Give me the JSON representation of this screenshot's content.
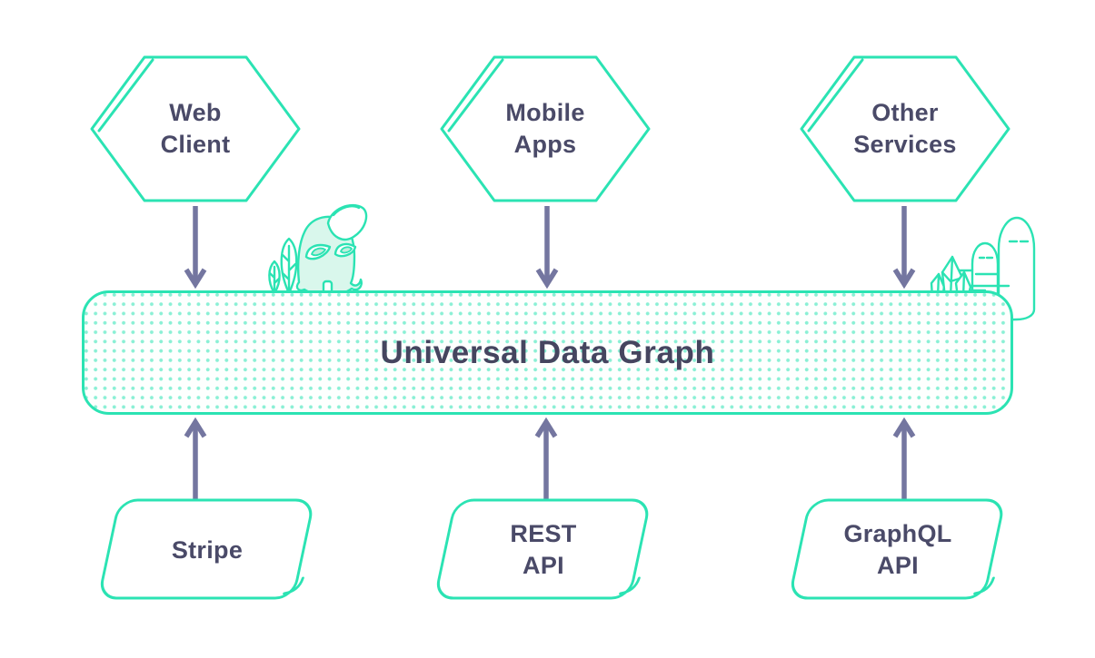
{
  "palette": {
    "teal": "#2BE3B3",
    "mint_fill": "#D9F7EC",
    "text_ink": "#4A4A68",
    "arrow_purple": "#7476A0"
  },
  "hub": {
    "label": "Universal Data Graph"
  },
  "clients": [
    {
      "id": "web-client",
      "label": "Web\nClient"
    },
    {
      "id": "mobile-apps",
      "label": "Mobile\nApps"
    },
    {
      "id": "other-services",
      "label": "Other\nServices"
    }
  ],
  "sources": [
    {
      "id": "stripe",
      "label": "Stripe"
    },
    {
      "id": "rest-api",
      "label": "REST\nAPI"
    },
    {
      "id": "graphql-api",
      "label": "GraphQL\nAPI"
    }
  ],
  "decorations": {
    "left": "leaf-mascot-icon",
    "right": "crystals-and-hills-icon"
  }
}
